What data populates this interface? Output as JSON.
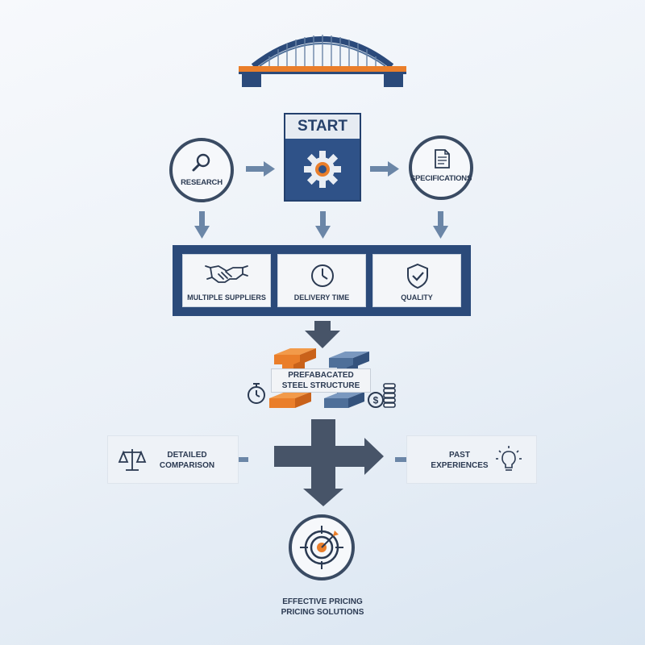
{
  "start": {
    "label": "START"
  },
  "top_nodes": {
    "research": {
      "label": "RESEARCH",
      "icon": "magnifier-icon"
    },
    "specifications": {
      "label": "SPECIFICATIONS",
      "icon": "document-icon"
    }
  },
  "factors": [
    {
      "label": "MULTIPLE SUPPLIERS",
      "icon": "handshake-icon"
    },
    {
      "label": "DELIVERY TIME",
      "icon": "clock-icon"
    },
    {
      "label": "QUALITY",
      "icon": "shield-check-icon"
    }
  ],
  "product": {
    "line1": "PREFABACATED",
    "line2": "STEEL STRUCTURE"
  },
  "side": {
    "left_line1": "DETAILED",
    "left_line2": "COMPARISON",
    "right_line1": "PAST",
    "right_line2": "EXPERIENCES"
  },
  "result": {
    "line1": "EFFECTIVE PRICING",
    "line2": "PRICING SOLUTIONS"
  },
  "colors": {
    "navy": "#2b4a7a",
    "orange": "#ea7e2a",
    "slate": "#4a5668",
    "arrow": "#6b86a7",
    "steel_blue": "#4e6f99"
  }
}
